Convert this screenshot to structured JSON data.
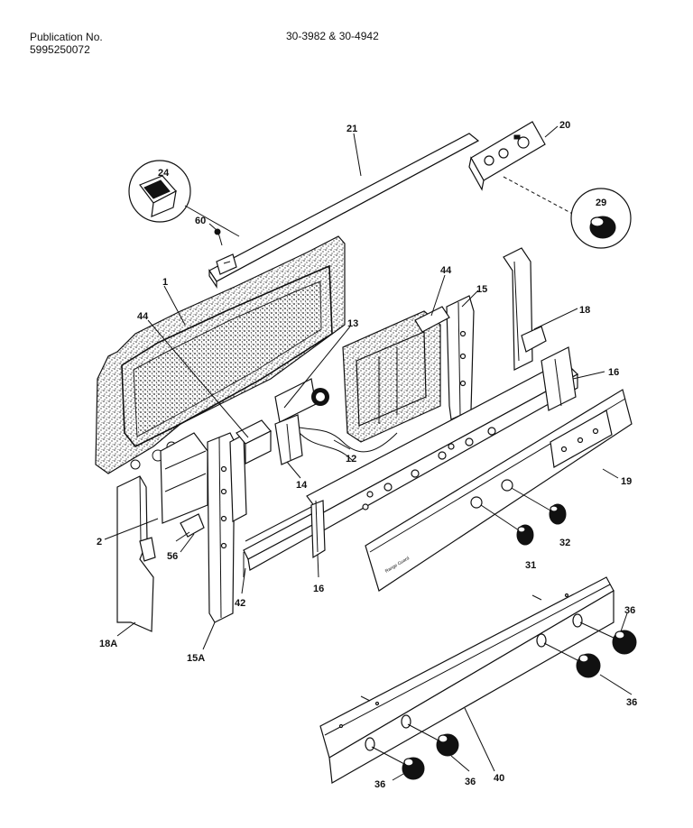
{
  "header": {
    "publication_label": "Publication No.",
    "publication_number": "5995250072",
    "model_numbers": "30-3982 & 30-4942"
  },
  "callouts": {
    "c1": "1",
    "c2": "2",
    "c12": "12",
    "c13": "13",
    "c14": "14",
    "c15": "15",
    "c15a": "15A",
    "c16a": "16",
    "c16b": "16",
    "c18": "18",
    "c18a": "18A",
    "c19": "19",
    "c20": "20",
    "c21": "21",
    "c24": "24",
    "c29": "29",
    "c31": "31",
    "c32": "32",
    "c36a": "36",
    "c36b": "36",
    "c36c": "36",
    "c36d": "36",
    "c40": "40",
    "c42": "42",
    "c44a": "44",
    "c44b": "44",
    "c56": "56",
    "c60": "60"
  },
  "panel_label": "Range Guard"
}
